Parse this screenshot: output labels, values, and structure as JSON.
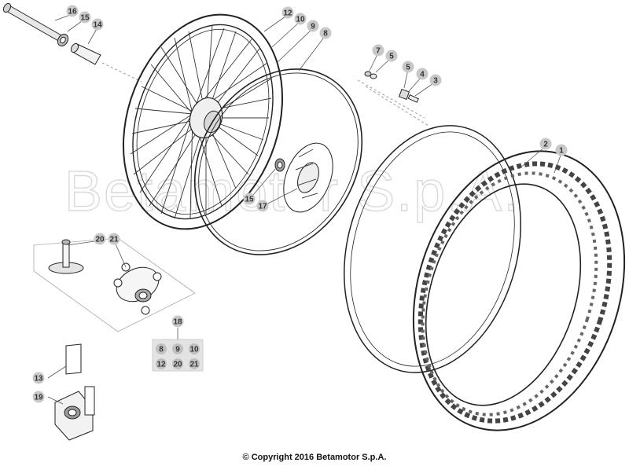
{
  "watermark": "Betamotor S.p.A.",
  "copyright": "© Copyright 2016 Betamotor S.p.A.",
  "callouts": {
    "c1": "1",
    "c2": "2",
    "c3": "3",
    "c4": "4",
    "c5a": "5",
    "c5b": "5",
    "c7": "7",
    "c8": "8",
    "c9": "9",
    "c10": "10",
    "c12": "12",
    "c13": "13",
    "c14": "14",
    "c15a": "15",
    "c15b": "15",
    "c16": "16",
    "c17": "17",
    "c18": "18",
    "c19": "19",
    "c20": "20",
    "c21": "21"
  },
  "kit_items": [
    "8",
    "9",
    "10",
    "12",
    "20",
    "21"
  ],
  "colors": {
    "callout_fill": "#c8c8c8",
    "line": "#222222",
    "leader": "#555555"
  }
}
